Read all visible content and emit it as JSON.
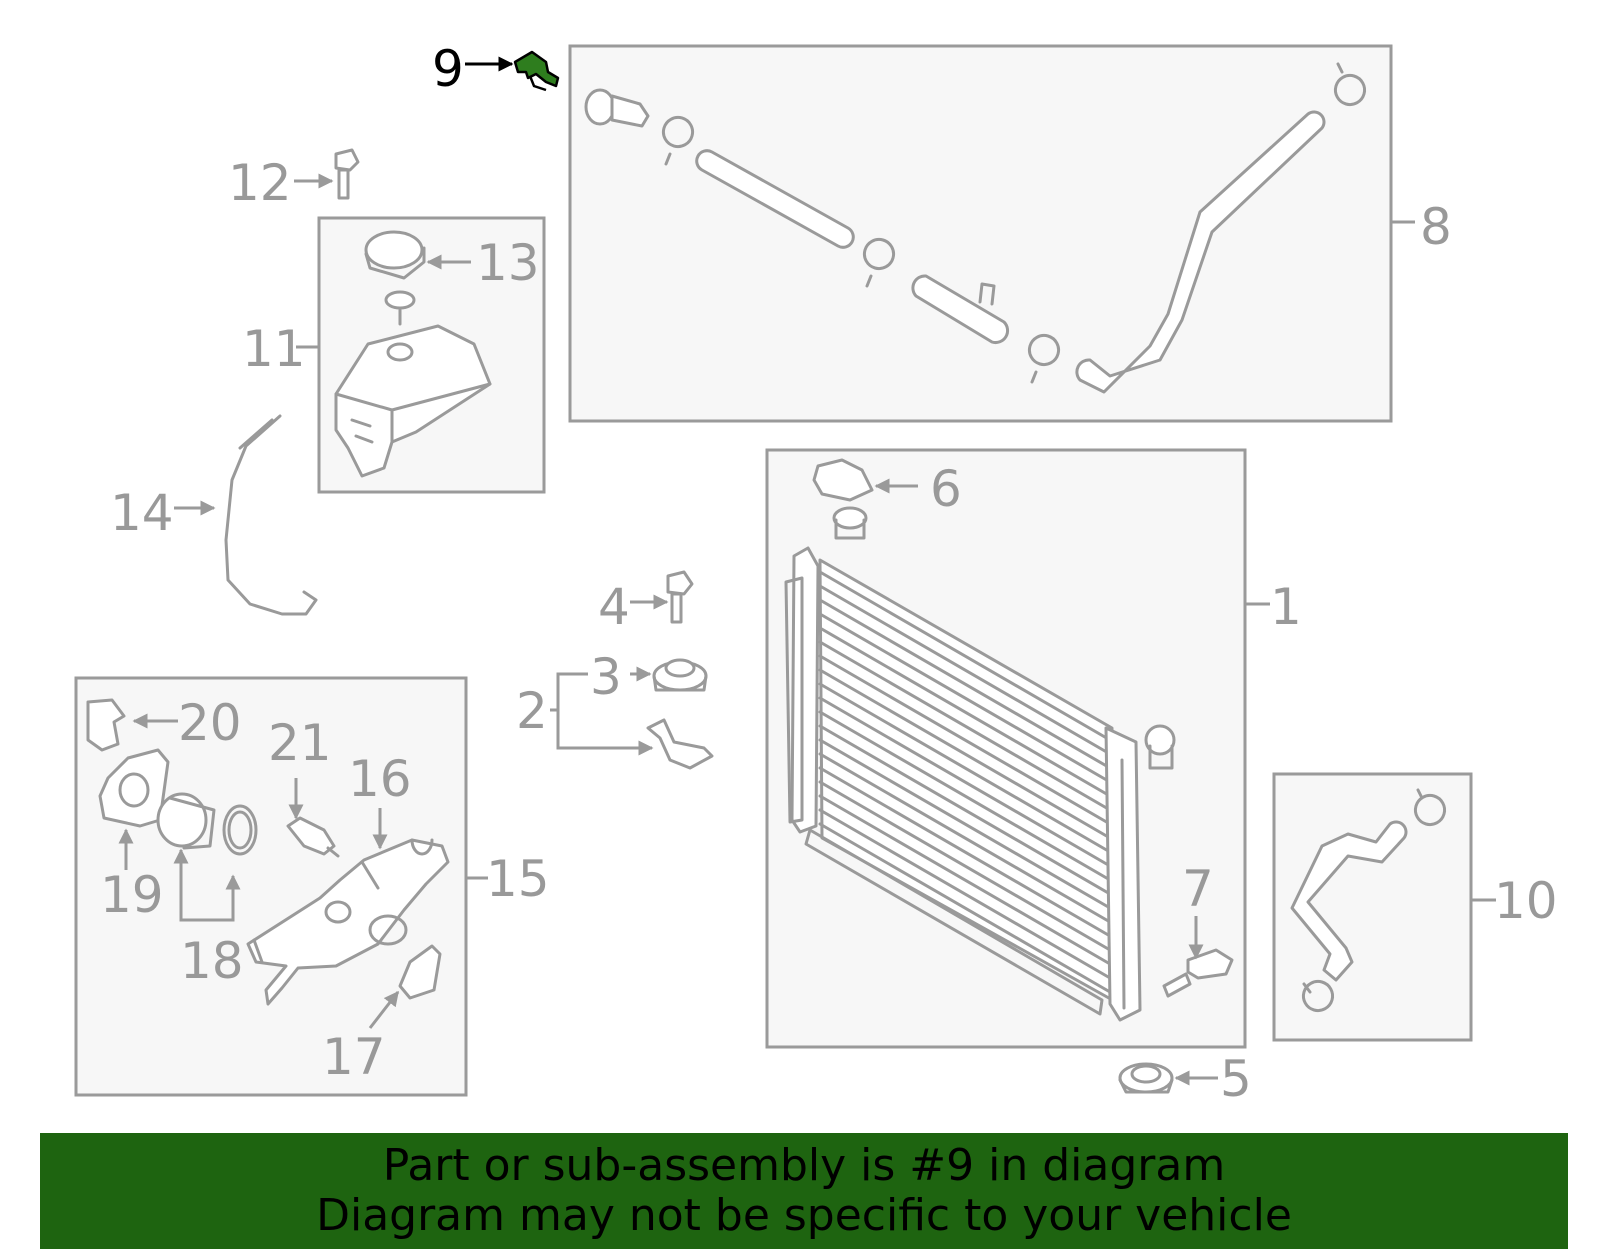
{
  "labels": {
    "p1": "1",
    "p2": "2",
    "p3": "3",
    "p4": "4",
    "p5": "5",
    "p6": "6",
    "p7": "7",
    "p8": "8",
    "p9": "9",
    "p10": "10",
    "p11": "11",
    "p12": "12",
    "p13": "13",
    "p14": "14",
    "p15": "15",
    "p16": "16",
    "p17": "17",
    "p18": "18",
    "p19": "19",
    "p20": "20",
    "p21": "21"
  },
  "highlight": {
    "part": "9",
    "color": "#2e7d1e"
  },
  "banner": {
    "line1": "Part or sub-assembly is #9 in diagram",
    "line2": "Diagram may not be specific to your vehicle",
    "color": "#1e6410"
  }
}
